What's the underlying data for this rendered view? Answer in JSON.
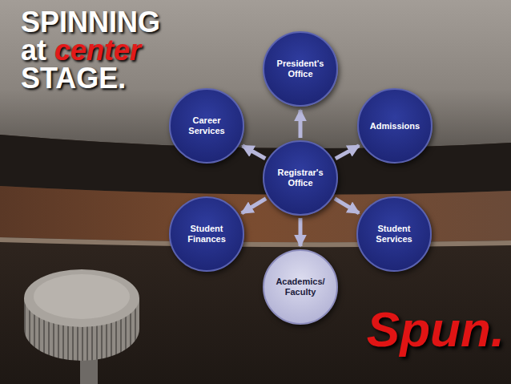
{
  "diagram": {
    "title": "SPINNING at center STAGE.",
    "nodes": [
      {
        "text": [
          "President's Office"
        ]
      },
      {
        "text": [
          "Career Services"
        ]
      },
      {
        "text": [
          "Admissions"
        ]
      },
      {
        "text": [
          "Registrar's Office"
        ]
      },
      {
        "text": [
          "Student Finances"
        ]
      },
      {
        "text": [
          "Student Services"
        ]
      },
      {
        "text": [
          "Academics/ Faculty"
        ]
      }
    ],
    "edges": [
      {
        "from": 3,
        "to": 0,
        "arrow": "to"
      },
      {
        "from": 3,
        "to": 2,
        "arrow": "to"
      },
      {
        "from": 3,
        "to": 5,
        "arrow": "to"
      },
      {
        "from": 3,
        "to": 6,
        "arrow": "to"
      },
      {
        "from": 3,
        "to": 4,
        "arrow": "to"
      },
      {
        "from": 3,
        "to": 1,
        "arrow": "to"
      }
    ],
    "labels": [
      "Spun."
    ]
  }
}
